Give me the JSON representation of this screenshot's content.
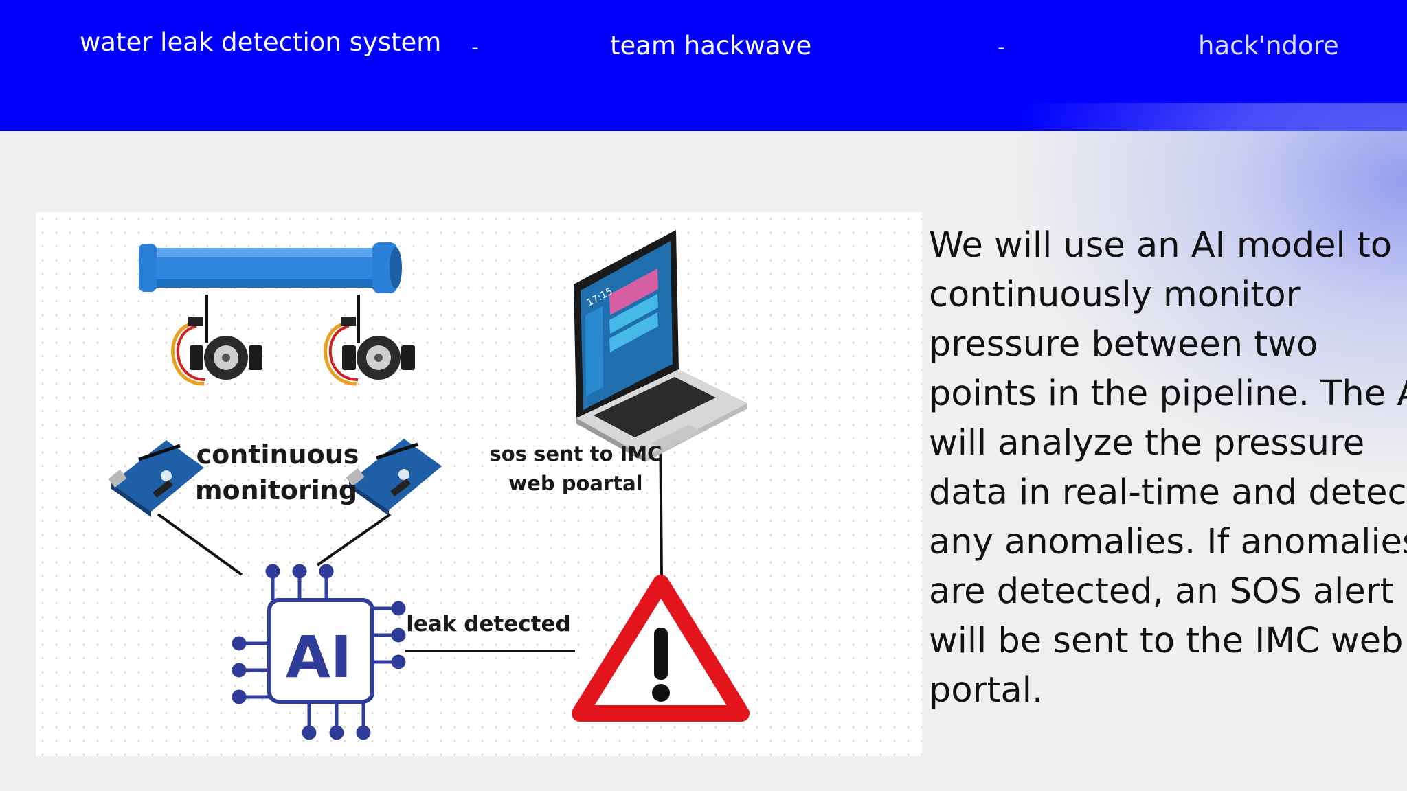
{
  "header": {
    "title": "water leak detection system",
    "separator_1": "-",
    "team": "team hackwave",
    "separator_2": "-",
    "event": "hack'ndore"
  },
  "diagram": {
    "monitoring_label_line1": "continuous",
    "monitoring_label_line2": "monitoring",
    "sos_label_line1": "sos sent to IMC",
    "sos_label_line2": "web poartal",
    "leak_label": "leak detected",
    "ai_chip_text": "AI",
    "laptop_clock": "17:15",
    "colors": {
      "pipe": "#2e86de",
      "arduino": "#1f5fa8",
      "ai_chip": "#2f3c99",
      "warning_red": "#e3141c"
    }
  },
  "description": {
    "lines": [
      "We will use an AI model to",
      "continuously monitor",
      "pressure between two",
      "points in the pipeline. The AI",
      "will analyze the pressure",
      "data in real-time and detect",
      "any anomalies. If anomalies",
      "are detected, an SOS alert",
      "will be sent to the IMC web",
      "portal."
    ]
  }
}
